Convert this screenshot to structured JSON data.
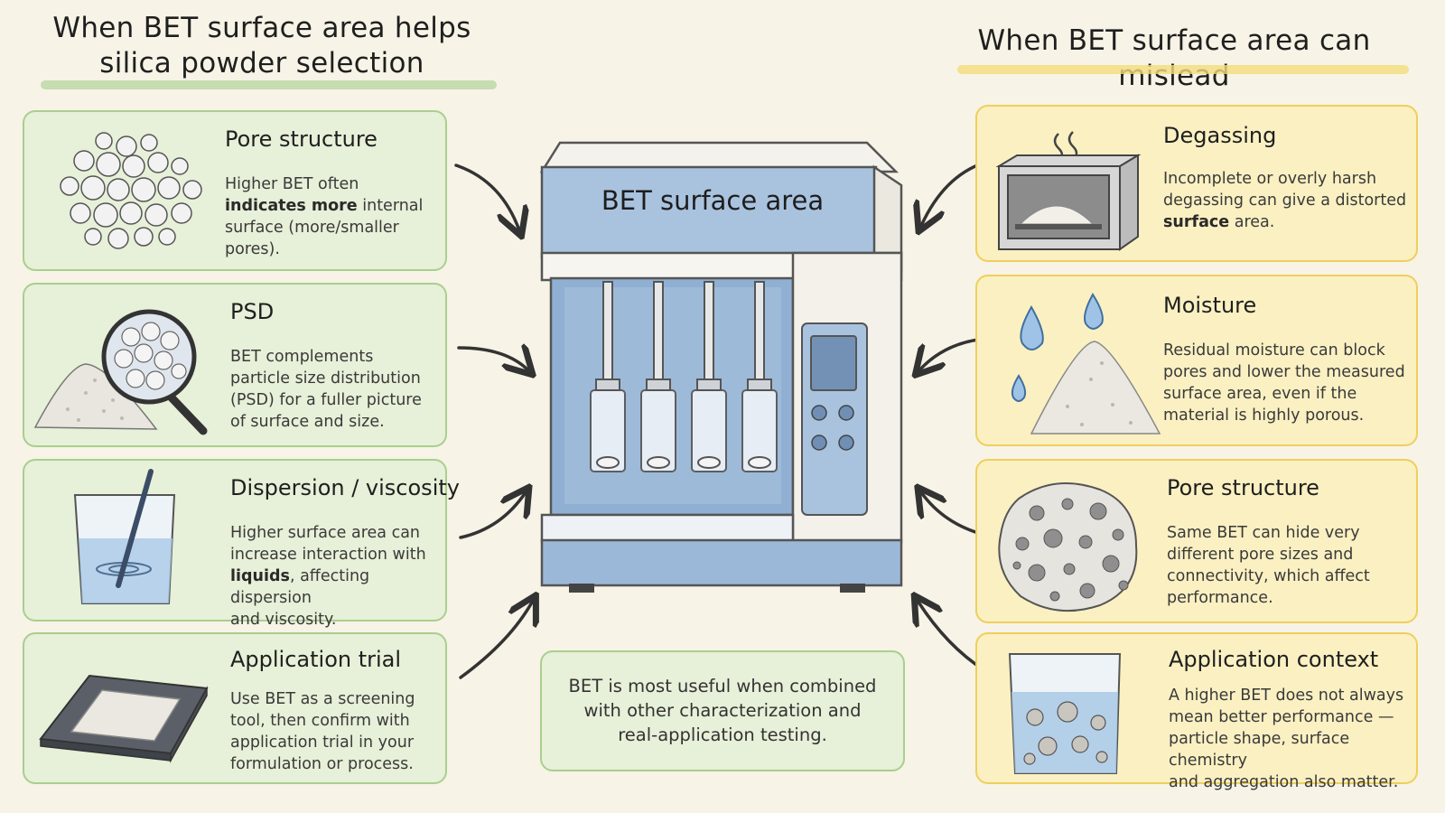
{
  "titles": {
    "left": [
      "When BET surface area helps",
      "silica powder selection"
    ],
    "right": "When BET surface area can mislead"
  },
  "machine": {
    "label": "BET surface area"
  },
  "left_cards": [
    {
      "title": "Pore structure",
      "body": [
        "Higher BET often",
        "**indicates more** internal",
        "surface (more/smaller pores)."
      ]
    },
    {
      "title": "PSD",
      "body": [
        "BET complements",
        "particle size distribution",
        "(PSD) for a fuller picture",
        "of surface and size."
      ]
    },
    {
      "title": "Dispersion / viscosity",
      "body": [
        "Higher surface area can",
        "increase interaction with",
        "**liquids**, affecting dispersion",
        "and viscosity."
      ]
    },
    {
      "title": "Application trial",
      "body": [
        "Use BET as a screening",
        "tool, then confirm with",
        "application trial in your",
        "formulation or process."
      ]
    }
  ],
  "right_cards": [
    {
      "title": "Degassing",
      "body": [
        "Incomplete or overly harsh",
        "degassing can give a distorted",
        "**surface** area."
      ]
    },
    {
      "title": "Moisture",
      "body": [
        "Residual moisture can block",
        "pores and lower the measured",
        "surface area, even if the",
        "material is highly porous."
      ]
    },
    {
      "title": "Pore structure",
      "body": [
        "Same BET can hide very",
        "different pore sizes and",
        "connectivity, which affect",
        "performance."
      ]
    },
    {
      "title": "Application context",
      "body": [
        "A higher BET does not always",
        "mean better performance —",
        "particle shape, surface chemistry",
        "and aggregation also matter."
      ]
    }
  ],
  "center_note": [
    "BET is most useful when combined",
    "with other characterization and",
    "real-application testing."
  ],
  "colors": {
    "background": "#f7f3e6",
    "green_card": "#e7f0d8",
    "green_border": "#a9cf8f",
    "yellow_card": "#fbf0c2",
    "yellow_border": "#efcf5d",
    "machine_blue": "#a9c3df"
  },
  "icons": {
    "left": [
      "silica-spheres-icon",
      "magnifier-powder-icon",
      "beaker-stir-icon",
      "coated-plate-icon"
    ],
    "right": [
      "degassing-oven-icon",
      "water-drops-powder-icon",
      "porous-particle-icon",
      "beaker-particles-icon"
    ]
  }
}
